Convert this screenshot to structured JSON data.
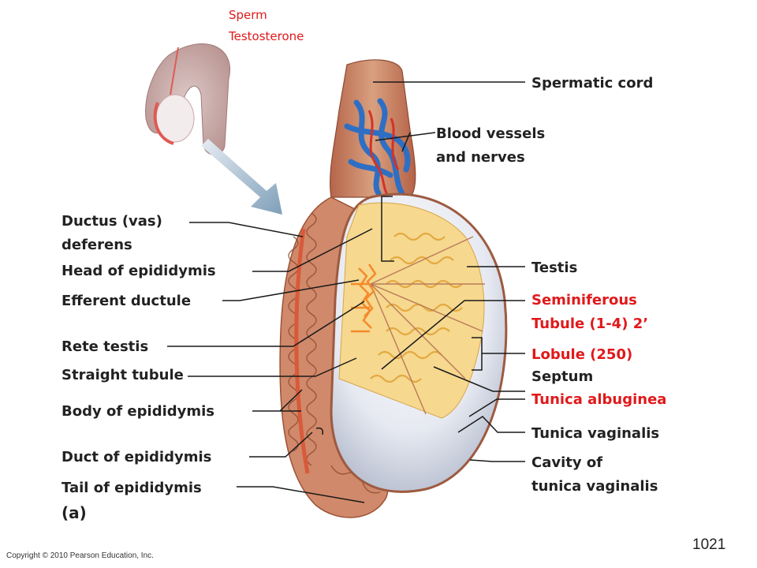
{
  "top_labels": [
    "Sperm",
    "Testosterone"
  ],
  "labels_left": {
    "ductus_line1": "Ductus (vas)",
    "ductus_line2": "deferens",
    "head": "Head of epididymis",
    "efferent": "Efferent ductule",
    "rete": "Rete testis",
    "straight": "Straight tubule",
    "body": "Body of epididymis",
    "duct": "Duct of epididymis",
    "tail": "Tail of epididymis"
  },
  "labels_right": {
    "spermatic_cord": "Spermatic cord",
    "blood_line1": "Blood vessels",
    "blood_line2": "and nerves",
    "testis": "Testis",
    "seminiferous_line1": "Seminiferous",
    "seminiferous_line2": "Tubule (1-4) 2’",
    "lobule": "Lobule (250)",
    "septum": "Septum",
    "albuginea": "Tunica albuginea",
    "vaginalis": "Tunica vaginalis",
    "cavity_line1": "Cavity of",
    "cavity_line2": "tunica vaginalis"
  },
  "panel_label": "(a)",
  "page_number": "1021",
  "copyright": "Copyright © 2010 Pearson Education, Inc.",
  "colors": {
    "highlight_red": "#e0191b",
    "tissue": "#cf8a6c",
    "tissue_dark": "#a4563b",
    "tubule_yellow": "#f3c56a",
    "rete_orange": "#f58a2a",
    "vessel_blue": "#2e6fc4",
    "capsule_white": "#dfe4ee",
    "leader_line": "#1a1a1a"
  }
}
